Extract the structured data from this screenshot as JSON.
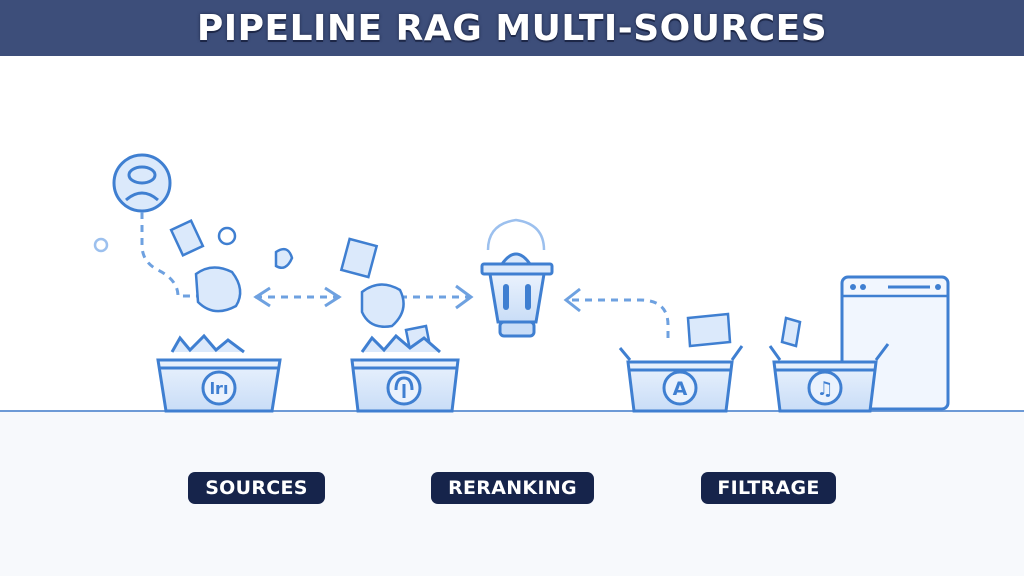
{
  "title": "PIPELINE RAG MULTI-SOURCES",
  "stages": [
    {
      "label": "SOURCES"
    },
    {
      "label": "RERANKING"
    },
    {
      "label": "FILTRAGE"
    }
  ],
  "colors": {
    "title_bar": "#3d4e7a",
    "label_bg": "#16244b",
    "line_blue": "#3f7fd1",
    "fill_blue": "#dbe9fb"
  },
  "icons": [
    "user-icon",
    "link-icon",
    "podcast-icon",
    "font-a-icon",
    "music-note-icon",
    "funnel-bucket-icon",
    "browser-window-icon"
  ]
}
